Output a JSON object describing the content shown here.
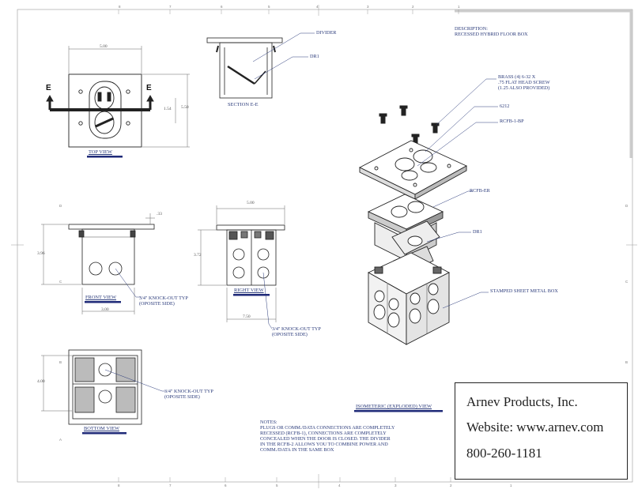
{
  "sheet": {
    "description_heading": "DESCRIPTION:",
    "description_text": "RECESSED HYBRID FLOOR BOX",
    "border_refs_top": [
      "8",
      "7",
      "6",
      "5",
      "4",
      "3",
      "2",
      "1"
    ],
    "border_refs_bottom": [
      "8",
      "7",
      "6",
      "5",
      "4",
      "3",
      "2",
      "1"
    ],
    "border_refs_left": [
      "D",
      "C",
      "B",
      "A"
    ],
    "border_refs_right": [
      "D",
      "C",
      "B",
      "A"
    ]
  },
  "views": {
    "top": "TOP VIEW",
    "section": "SECTION E-E",
    "front": "FRONT VIEW",
    "right": "RIGHT VIEW",
    "bottom": "BOTTOM VIEW",
    "isometric": "ISOMETERIC (EXPLODED) VIEW"
  },
  "section_marker": "E",
  "dimensions": {
    "top_width": "5.00",
    "top_height": "5.50",
    "top_inner": "1.54",
    "front_height": "3.96",
    "front_width": "3.00",
    "front_flange": ".33",
    "right_top_width": "5.00",
    "right_height": "3.72",
    "right_bottom_width": "7.50",
    "bottom_height": "4.00"
  },
  "callouts": {
    "divider": "DIVIDER",
    "dr1_section": "DR1",
    "screws_line1": "BRASS (4) 6-32 X",
    "screws_line2": ".75 FLAT HEAD SCREW",
    "screws_line3": "(1.25 ALSO PROVIDED)",
    "part_6212": "6212",
    "rcfb_bp": "RCFB-1-BP",
    "rcfb_er": "RCFB-ER",
    "dr1_iso": "DR1",
    "stamped_box": "STAMPED SHEET METAL BOX",
    "knockout_front_1": "3/4\" KNOCK-OUT TYP",
    "knockout_front_2": "(OPOSITE SIDE)",
    "knockout_right_1": "3/4\" KNOCK-OUT TYP",
    "knockout_right_2": "(OPOSITE SIDE)",
    "knockout_bottom_1": "3/4\" KNOCK-OUT TYP",
    "knockout_bottom_2": "(OPOSITE SIDE)"
  },
  "notes": {
    "heading": "NOTES:",
    "lines": [
      "PLUGS OR COMM./DATA CONNECTIONS ARE COMPLETELY",
      "RECESSED (RCFB-1), CONNECTIONS ARE COMPLETELY",
      "CONCEALED WHEN THE DOOR IS CLOSED. THE DIVIDER",
      "IN THE RCFB-2 ALLOWS YOU TO COMBINE POWER AND",
      "COMM./DATA IN THE SAME BOX"
    ]
  },
  "title_block": {
    "company": "Arnev Products, Inc.",
    "website": "Website: www.arnev.com",
    "phone": "800-260-1181"
  },
  "colors": {
    "ink": "#222222",
    "label": "#2a3a7a",
    "bar": "#1f2a78"
  }
}
